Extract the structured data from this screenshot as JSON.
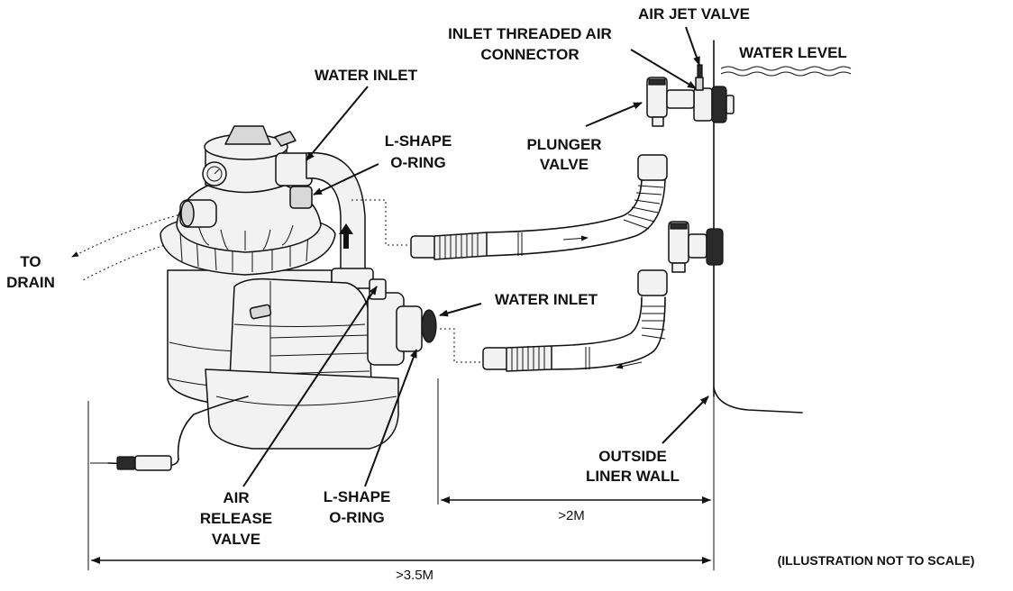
{
  "labels": {
    "water_inlet_top": "WATER INLET",
    "l_shape_oring_top_1": "L-SHAPE",
    "l_shape_oring_top_2": "O-RING",
    "inlet_threaded_1": "INLET THREADED AIR",
    "inlet_threaded_2": "CONNECTOR",
    "air_jet_valve": "AIR JET VALVE",
    "water_level": "WATER LEVEL",
    "plunger_valve_1": "PLUNGER",
    "plunger_valve_2": "VALVE",
    "to_drain_1": "TO",
    "to_drain_2": "DRAIN",
    "water_inlet_mid": "WATER INLET",
    "outside_liner_1": "OUTSIDE",
    "outside_liner_2": "LINER WALL",
    "air_release_1": "AIR",
    "air_release_2": "RELEASE",
    "air_release_3": "VALVE",
    "l_shape_oring_bot_1": "L-SHAPE",
    "l_shape_oring_bot_2": "O-RING",
    "dist_2m": ">2M",
    "dist_35m": ">3.5M",
    "not_to_scale": "(ILLUSTRATION NOT TO SCALE)"
  }
}
